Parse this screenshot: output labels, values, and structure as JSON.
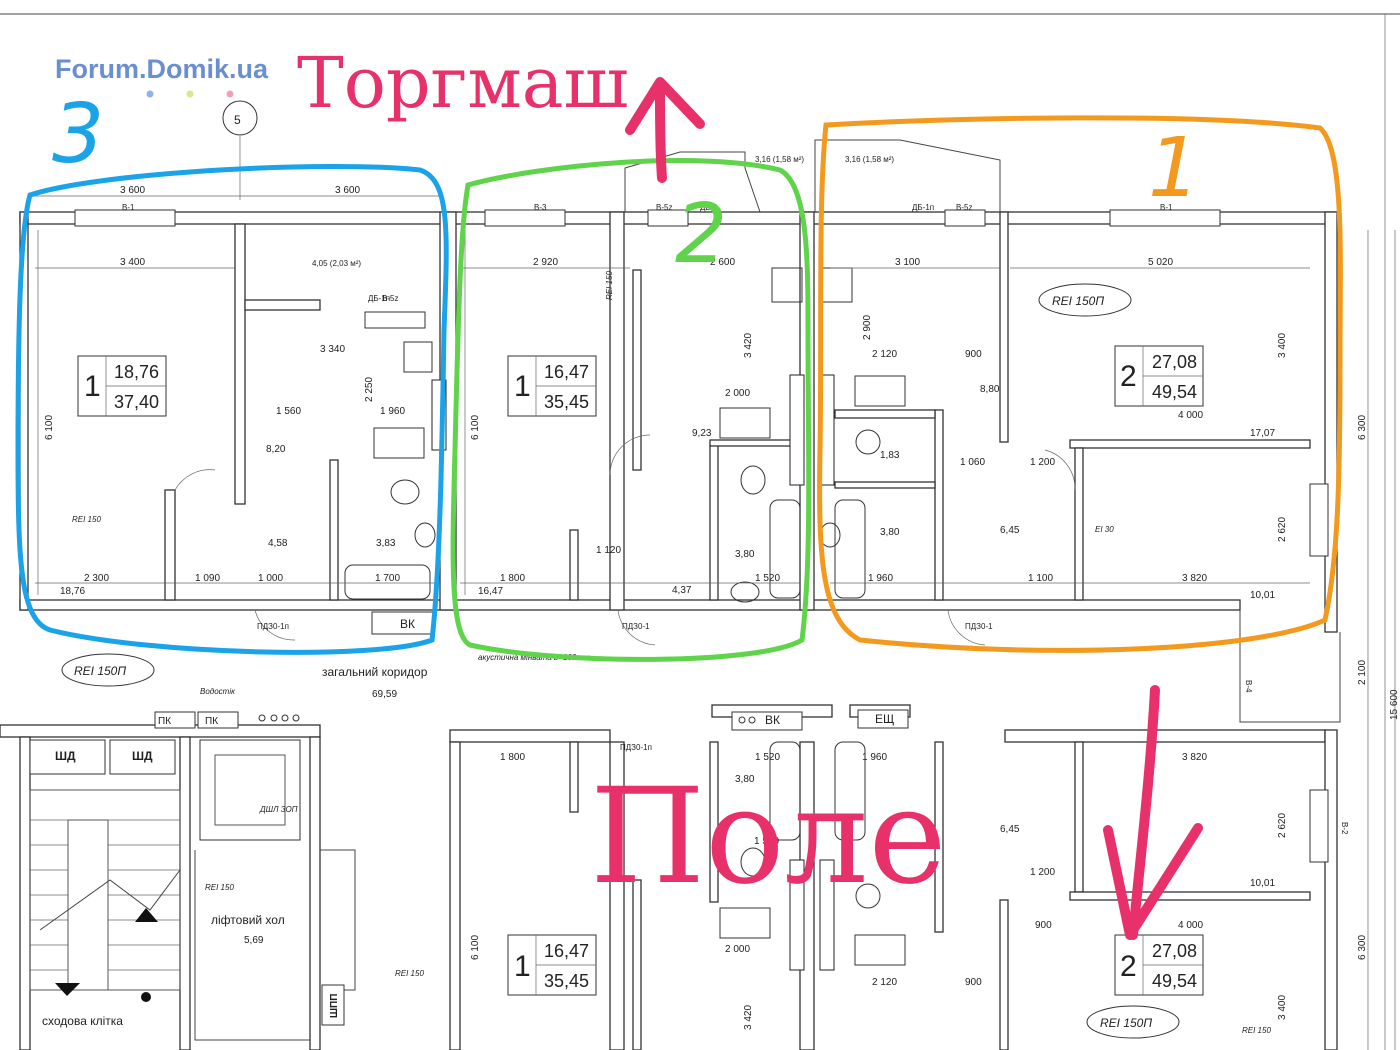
{
  "watermark": "Forum.Domik.ua",
  "annotations": {
    "torgmash": "Торгмаш",
    "pole": "Поле",
    "zone_1": "1",
    "zone_2": "2",
    "zone_3": "3",
    "pink_color": "#e8306a",
    "zone1_color": "#f39a1e",
    "zone2_color": "#5fd34a",
    "zone3_color": "#1aa3e8"
  },
  "axis_marker": "5",
  "apartments": {
    "a3": {
      "rooms": "1",
      "living": "18,76",
      "total": "37,40"
    },
    "a2": {
      "rooms": "1",
      "living": "16,47",
      "total": "35,45"
    },
    "a1": {
      "rooms": "2",
      "living": "27,08",
      "total": "49,54"
    },
    "b2": {
      "rooms": "1",
      "living": "16,47",
      "total": "35,45"
    },
    "b1": {
      "rooms": "2",
      "living": "27,08",
      "total": "49,54"
    }
  },
  "labels": {
    "rei_150p": "REI 150П",
    "rei_150": "REI 150",
    "ei_30": "EI 30",
    "corridor": "загальний коридор",
    "corridor_area": "69,59",
    "lift_hall": "ліфтовий хол",
    "lift_hall_area": "5,69",
    "stairwell": "сходова клітка",
    "shd": "ШД",
    "pk": "ПК",
    "vk": "ВК",
    "eshch": "ЕЩ",
    "shpp": "ШПП",
    "vodostik": "Водостік",
    "insulation_note": "акустична мінвата b=100 мм",
    "balcony_a": "4,05 (2,03 м²)",
    "balcony_b": "3,16 (1,58 м²)",
    "balcony_c": "3,16 (1,58 м²)"
  },
  "dimensions": {
    "top_3600a": "3 600",
    "top_3600b": "3 600",
    "d3400": "3 400",
    "d2920": "2 920",
    "d2600": "2 600",
    "d3100": "3 100",
    "d5020": "5 020",
    "d3340": "3 340",
    "d1560": "1 560",
    "d1960": "1 960",
    "d2300": "2 300",
    "d1090": "1 090",
    "d1000": "1 000",
    "d1700": "1 700",
    "d1800": "1 800",
    "d1120": "1 120",
    "d1520": "1 520",
    "d2000": "2 000",
    "d2120": "2 120",
    "d900": "900",
    "d4000": "4 000",
    "d1060": "1 060",
    "d1200": "1 200",
    "d3820": "3 820",
    "d6100": "6 100",
    "d6300": "6 300",
    "d2100": "2 100",
    "d15600": "15 600",
    "d2250": "2 250",
    "d3420": "3 420",
    "d2900": "2 900",
    "d3400v": "3 400",
    "d2620": "2 620",
    "d1960b": "1 960",
    "d1100": "1 100"
  },
  "room_areas": {
    "r8_20": "8,20",
    "r4_58": "4,58",
    "r3_83": "3,83",
    "r9_23": "9,23",
    "r3_80": "3,80",
    "r4_37": "4,37",
    "r8_80": "8,80",
    "r1_83": "1,83",
    "r3_80b": "3,80",
    "r6_45": "6,45",
    "r17_07": "17,07",
    "r10_01": "10,01",
    "r18_76": "18,76",
    "r16_47": "16,47",
    "r3_80c": "3,80",
    "r6_45b": "6,45",
    "r10_01b": "10,01"
  },
  "doors": {
    "pdz30_1p": "ПДЗ0-1п",
    "pdz30_1": "ПДЗ0-1",
    "db_1p": "ДБ-1п",
    "b_5z": "В-5z",
    "b_1": "В-1",
    "b_3": "В-3",
    "db_1": "ДБ-1",
    "b_4": "В-4",
    "b_2": "В-2"
  }
}
